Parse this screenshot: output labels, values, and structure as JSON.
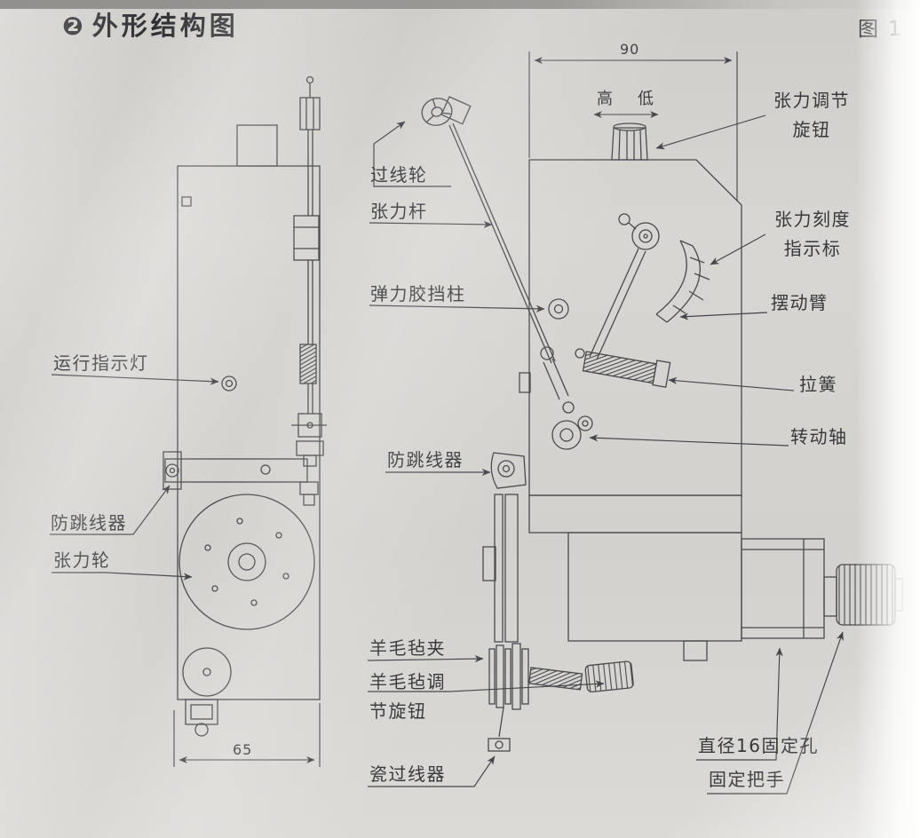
{
  "page": {
    "badge": "❷",
    "title": "外形结构图",
    "figure_label": "图 1"
  },
  "dimensions": {
    "width_top": "90",
    "width_bottom": "65",
    "high": "高",
    "low": "低"
  },
  "labels": {
    "wire_guide_wheel": "过线轮",
    "tension_rod": "张力杆",
    "elastic_rubber_stop": "弹力胶挡柱",
    "running_indicator": "运行指示灯",
    "anti_jump_left": "防跳线器",
    "tension_wheel": "张力轮",
    "anti_jump_mid": "防跳线器",
    "felt_clamp": "羊毛毡夹",
    "felt_adjust_line1": "羊毛毡调",
    "felt_adjust_line2": "节旋钮",
    "ceramic_wire_guide": "瓷过线器",
    "tension_adjust_line1": "张力调节",
    "tension_adjust_line2": "旋钮",
    "tension_scale_line1": "张力刻度",
    "tension_scale_line2": "指示标",
    "swing_arm": "摆动臂",
    "tension_spring": "拉簧",
    "rotating_shaft": "转动轴",
    "fixing_hole": "直径16固定孔",
    "fixing_handle": "固定把手"
  }
}
